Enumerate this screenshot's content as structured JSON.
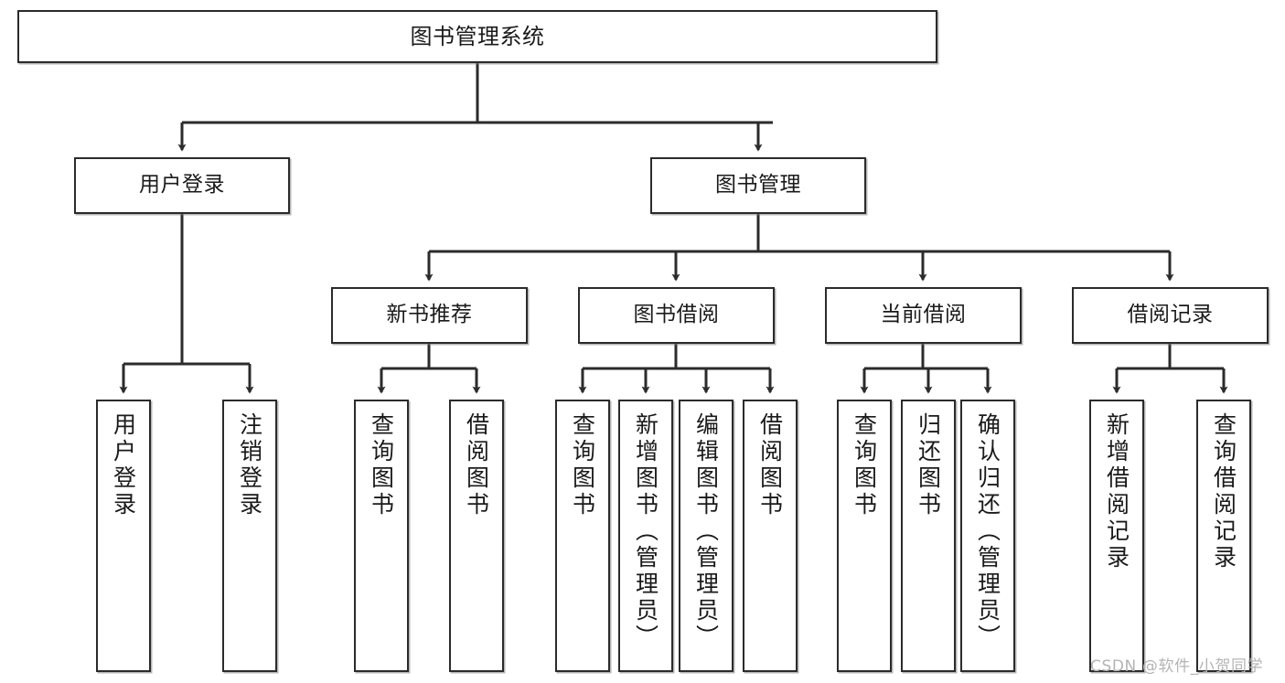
{
  "diagram": {
    "title": "图书管理系统",
    "type": "functional-structure-tree",
    "watermark": "CSDN @软件_小贺同学",
    "colors": {
      "node_border": "#2b2b2b",
      "node_fill": "#ffffff",
      "edge": "#2b2b2b",
      "text": "#1a1a1a",
      "watermark": "#b4b4b4"
    },
    "nodes": {
      "root": {
        "label": "图书管理系统"
      },
      "level2": [
        {
          "label": "用户登录"
        },
        {
          "label": "图书管理"
        }
      ],
      "level3": [
        {
          "label": "新书推荐"
        },
        {
          "label": "图书借阅"
        },
        {
          "label": "当前借阅"
        },
        {
          "label": "借阅记录"
        }
      ],
      "leaves_user_login": [
        {
          "label": "用户登录"
        },
        {
          "label": "注销登录"
        }
      ],
      "leaves_new_books": [
        {
          "label": "查询图书"
        },
        {
          "label": "借阅图书"
        }
      ],
      "leaves_borrow": [
        {
          "label": "查询图书"
        },
        {
          "label": "新增图书（管理员）"
        },
        {
          "label": "编辑图书（管理员）"
        },
        {
          "label": "借阅图书"
        }
      ],
      "leaves_current": [
        {
          "label": "查询图书"
        },
        {
          "label": "归还图书"
        },
        {
          "label": "确认归还（管理员）"
        }
      ],
      "leaves_records": [
        {
          "label": "新增借阅记录"
        },
        {
          "label": "查询借阅记录"
        }
      ]
    }
  }
}
